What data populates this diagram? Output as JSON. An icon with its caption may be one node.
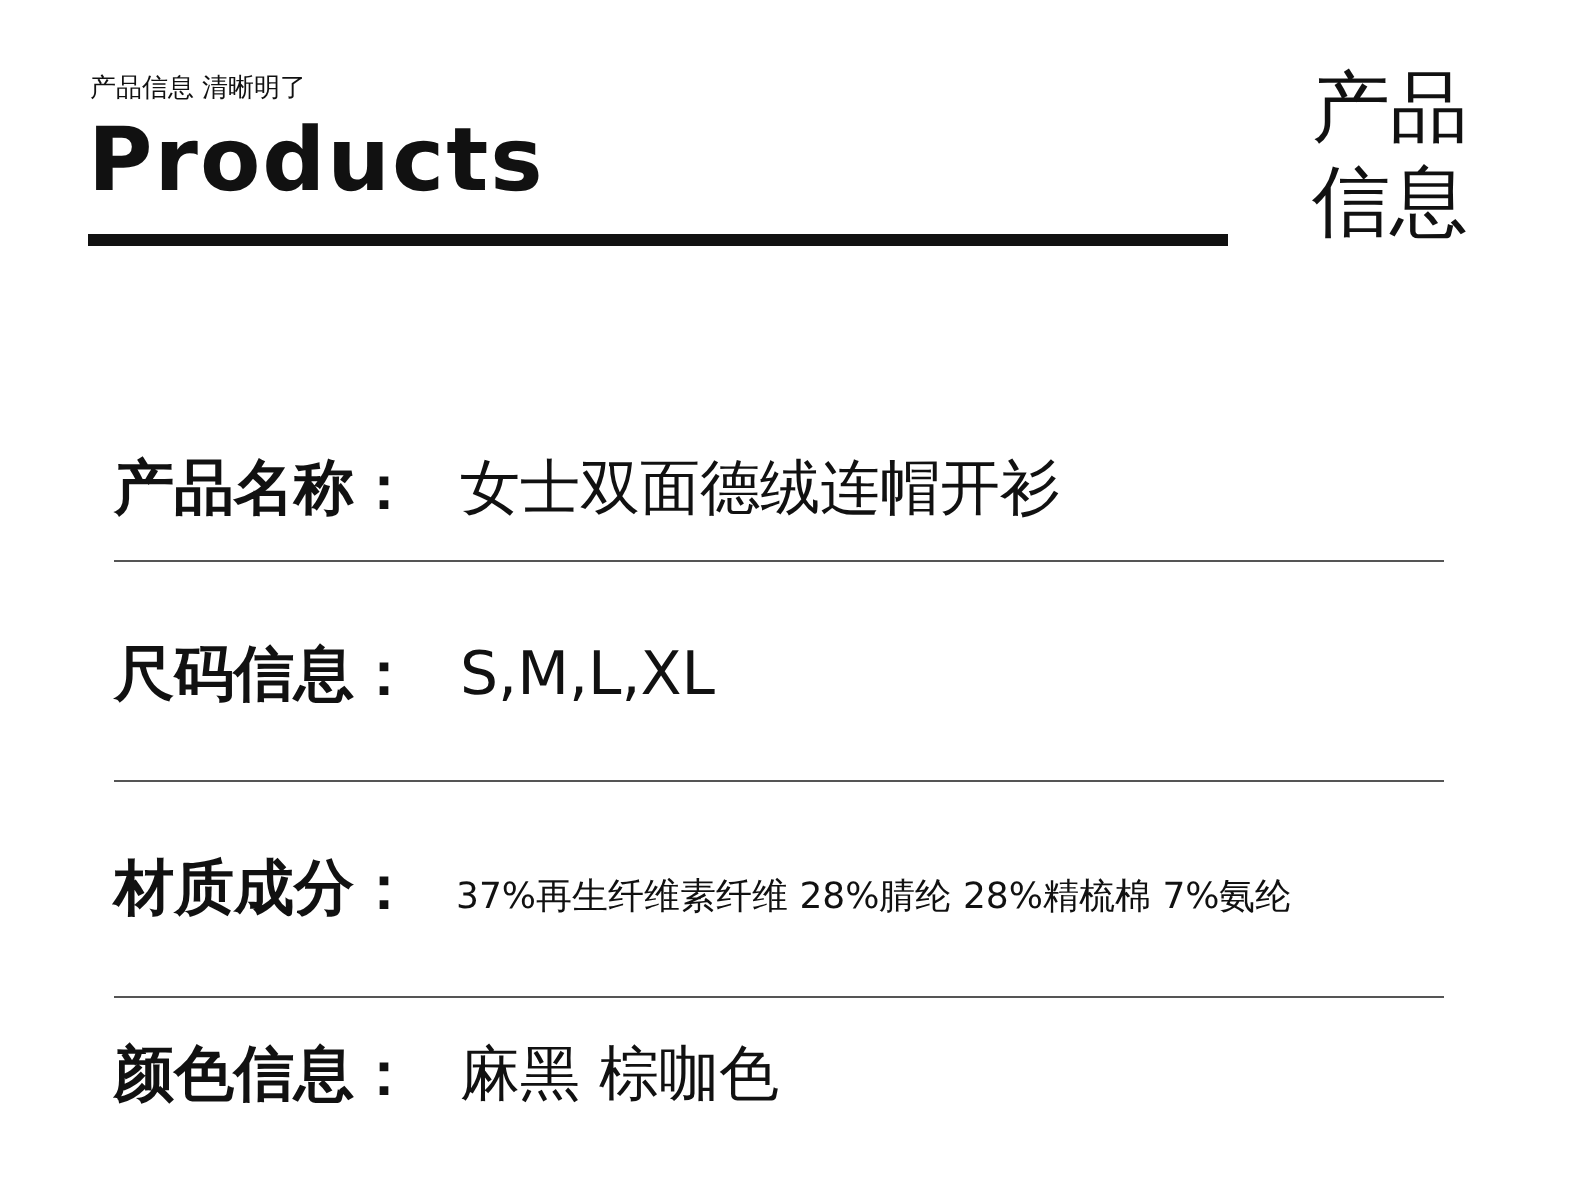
{
  "diagram": {
    "title": "Products",
    "labels": [
      "产品信息 清晰明了",
      "产品信息",
      "产品名称：",
      "女士双面德绒连帽开衫",
      "尺码信息：",
      "S,M,L,XL",
      "材质成分：",
      "37%再生纤维素纤维 28%腈纶 28%精梳棉 7%氨纶",
      "颜色信息：",
      "麻黑 棕咖色"
    ]
  }
}
